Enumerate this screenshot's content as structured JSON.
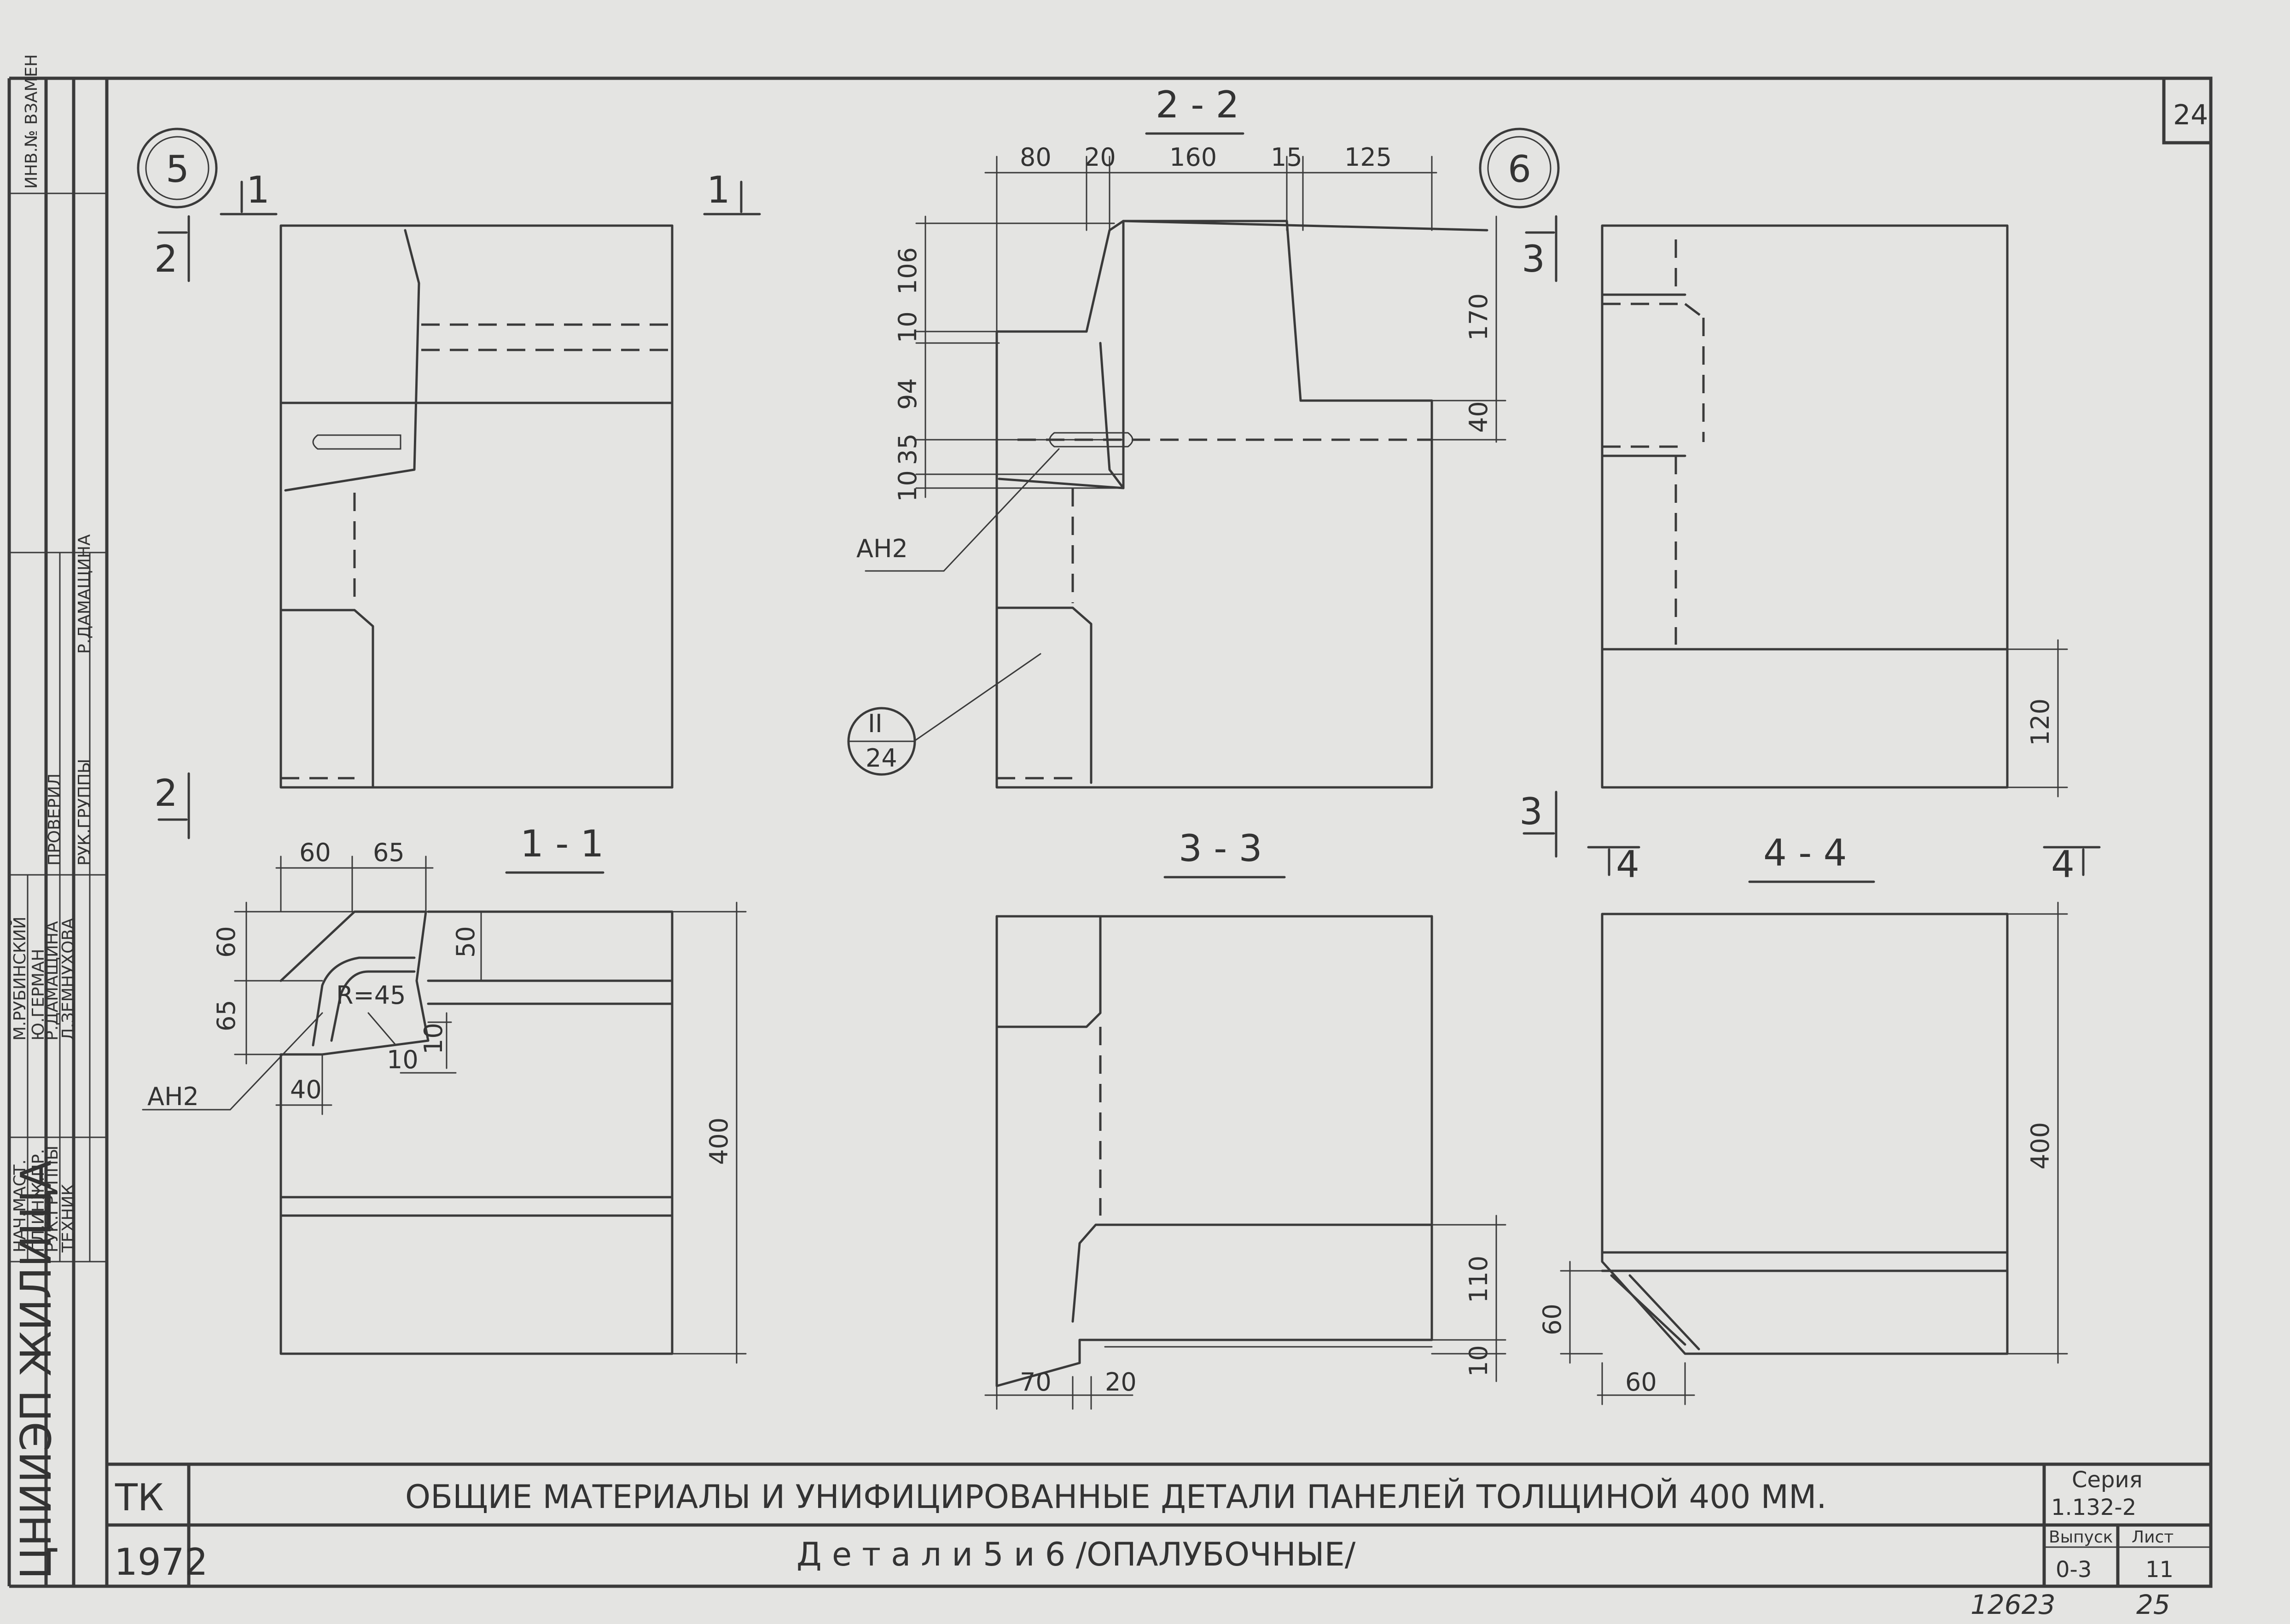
{
  "sheet": {
    "sheet_number": "24",
    "org": "ЦНИИЭП ЖИЛИЩА",
    "title_line1": "ОБЩИЕ МАТЕРИАЛЫ И УНИФИЦИРОВАННЫЕ ДЕТАЛИ ПАНЕЛЕЙ ТОЛЩИНОЙ 400 ММ.",
    "title_line2": "Д е т а л и   5   и   6   /ОПАЛУБОЧНЫЕ/",
    "tk": "ТК",
    "year": "1972",
    "series_label": "Серия",
    "series_value": "1.132-2",
    "issue_label": "Выпуск",
    "issue_value": "0-3",
    "list_label": "Лист",
    "list_value": "11",
    "bottom_number": "12623",
    "bottom_page": "25",
    "top_stamp": "ИНВ.№  ВЗАМЕН",
    "checked": "ПРОВЕРИЛ",
    "staff": [
      {
        "role": "НАЧ.МАСТ.",
        "name": "М.РУБИНСКИЙ"
      },
      {
        "role": "ГЛ.ИНЖ.ПР.",
        "name": "Ю.ГЕРМАН"
      },
      {
        "role": "РУК.ГРУППЫ",
        "name": "Р.ДАМАЩИНА"
      },
      {
        "role": "ТЕХНИК",
        "name": "Л.ЗЕМНУХОВА"
      },
      {
        "role": "РУК.ГРУППЫ",
        "name": "Р.ДАМАЩИНА"
      }
    ]
  },
  "details": {
    "d5": "5",
    "d6": "6"
  },
  "sections": {
    "s11": "1 - 1",
    "s22": "2 - 2",
    "s33": "3 - 3",
    "s44": "4 - 4",
    "m1": "1",
    "m2": "2",
    "m3": "3",
    "m4": "4"
  },
  "dims": {
    "s22_top": [
      "80",
      "20",
      "160",
      "15",
      "125"
    ],
    "s22_left": [
      "106",
      "10",
      "94",
      "35",
      "10"
    ],
    "s22_right": [
      "170",
      "40"
    ],
    "s11_top": [
      "60",
      "65"
    ],
    "s11_left": [
      "60",
      "65"
    ],
    "s11_misc": [
      "50",
      "10",
      "10",
      "40"
    ],
    "s11_radius": "R=45",
    "s11_height": "400",
    "s33_bottom": [
      "70",
      "20"
    ],
    "s33_right": [
      "110",
      "10"
    ],
    "d6_right": "120",
    "s44_height": "400",
    "s44_small": [
      "60",
      "60"
    ],
    "an2": "АН2",
    "callout_num": "II",
    "callout_den": "24"
  }
}
